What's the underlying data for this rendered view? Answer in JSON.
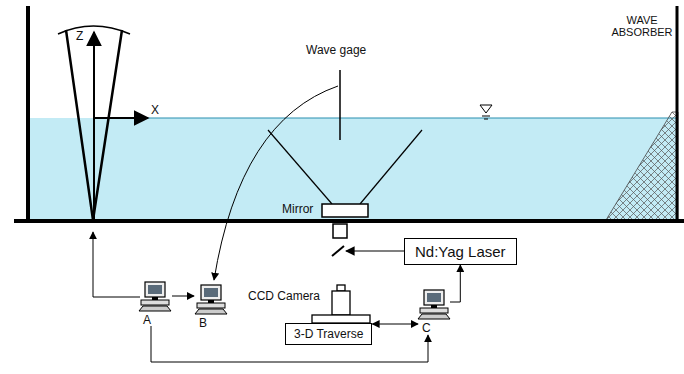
{
  "diagram": {
    "nodes": [
      {
        "text": [
          "Nd:Yag Laser"
        ]
      },
      {
        "text": [
          "3-D Traverse"
        ]
      },
      {
        "text": [
          "A"
        ]
      },
      {
        "text": [
          "B"
        ]
      },
      {
        "text": [
          "C"
        ]
      }
    ],
    "edges": [
      {
        "from": 2,
        "to": 3,
        "arrow": "to"
      },
      {
        "from": 1,
        "to": 4,
        "arrow": "both"
      },
      {
        "from": 4,
        "to": 0,
        "arrow": "to"
      },
      {
        "from": 2,
        "to": 4,
        "arrow": "to"
      }
    ],
    "labels": [
      "Z",
      "X",
      "Wave gage",
      "WAVE ABSORBER",
      "Mirror",
      "CCD Camera"
    ]
  }
}
